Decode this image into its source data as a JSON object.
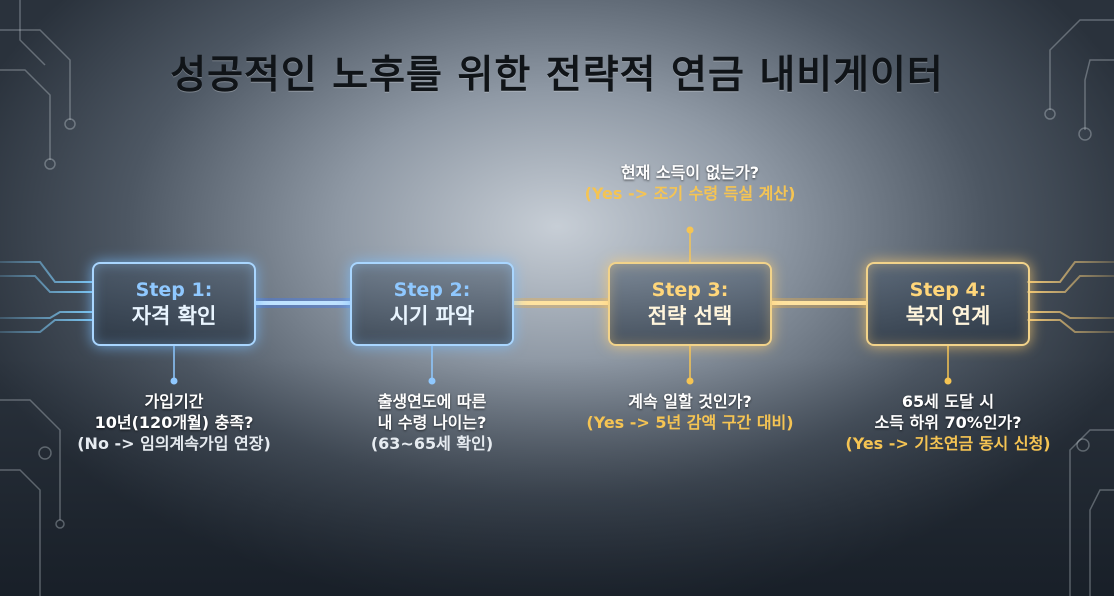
{
  "title": "성공적인 노후를 위한 전략적 연금 내비게이터",
  "steps": [
    {
      "num": "Step 1:",
      "name": "자격 확인",
      "theme": "blue"
    },
    {
      "num": "Step 2:",
      "name": "시기 파악",
      "theme": "blue"
    },
    {
      "num": "Step 3:",
      "name": "전략 선택",
      "theme": "gold"
    },
    {
      "num": "Step 4:",
      "name": "복지 연계",
      "theme": "gold"
    }
  ],
  "questions": {
    "step1": {
      "l1": "가입기간",
      "l2": "10년(120개월) 충족?",
      "l3": "(No -> 임의계속가입 연장)"
    },
    "step2": {
      "l1": "출생연도에 따른",
      "l2": "내 수령 나이는?",
      "l3": "(63~65세 확인)"
    },
    "step3_top": {
      "l1": "현재 소득이 없는가?",
      "l3": "(Yes -> 조기 수령 득실 계산)"
    },
    "step3_bottom": {
      "l1": "계속 일할 것인가?",
      "l3": "(Yes -> 5년 감액 구간 대비)"
    },
    "step4": {
      "l1": "65세 도달 시",
      "l2": "소득 하위 70%인가?",
      "l3": "(Yes -> 기초연금 동시 신청)"
    }
  },
  "colors": {
    "blue_accent": "#8fc8ff",
    "gold_accent": "#f5c453",
    "title": "#101418"
  }
}
